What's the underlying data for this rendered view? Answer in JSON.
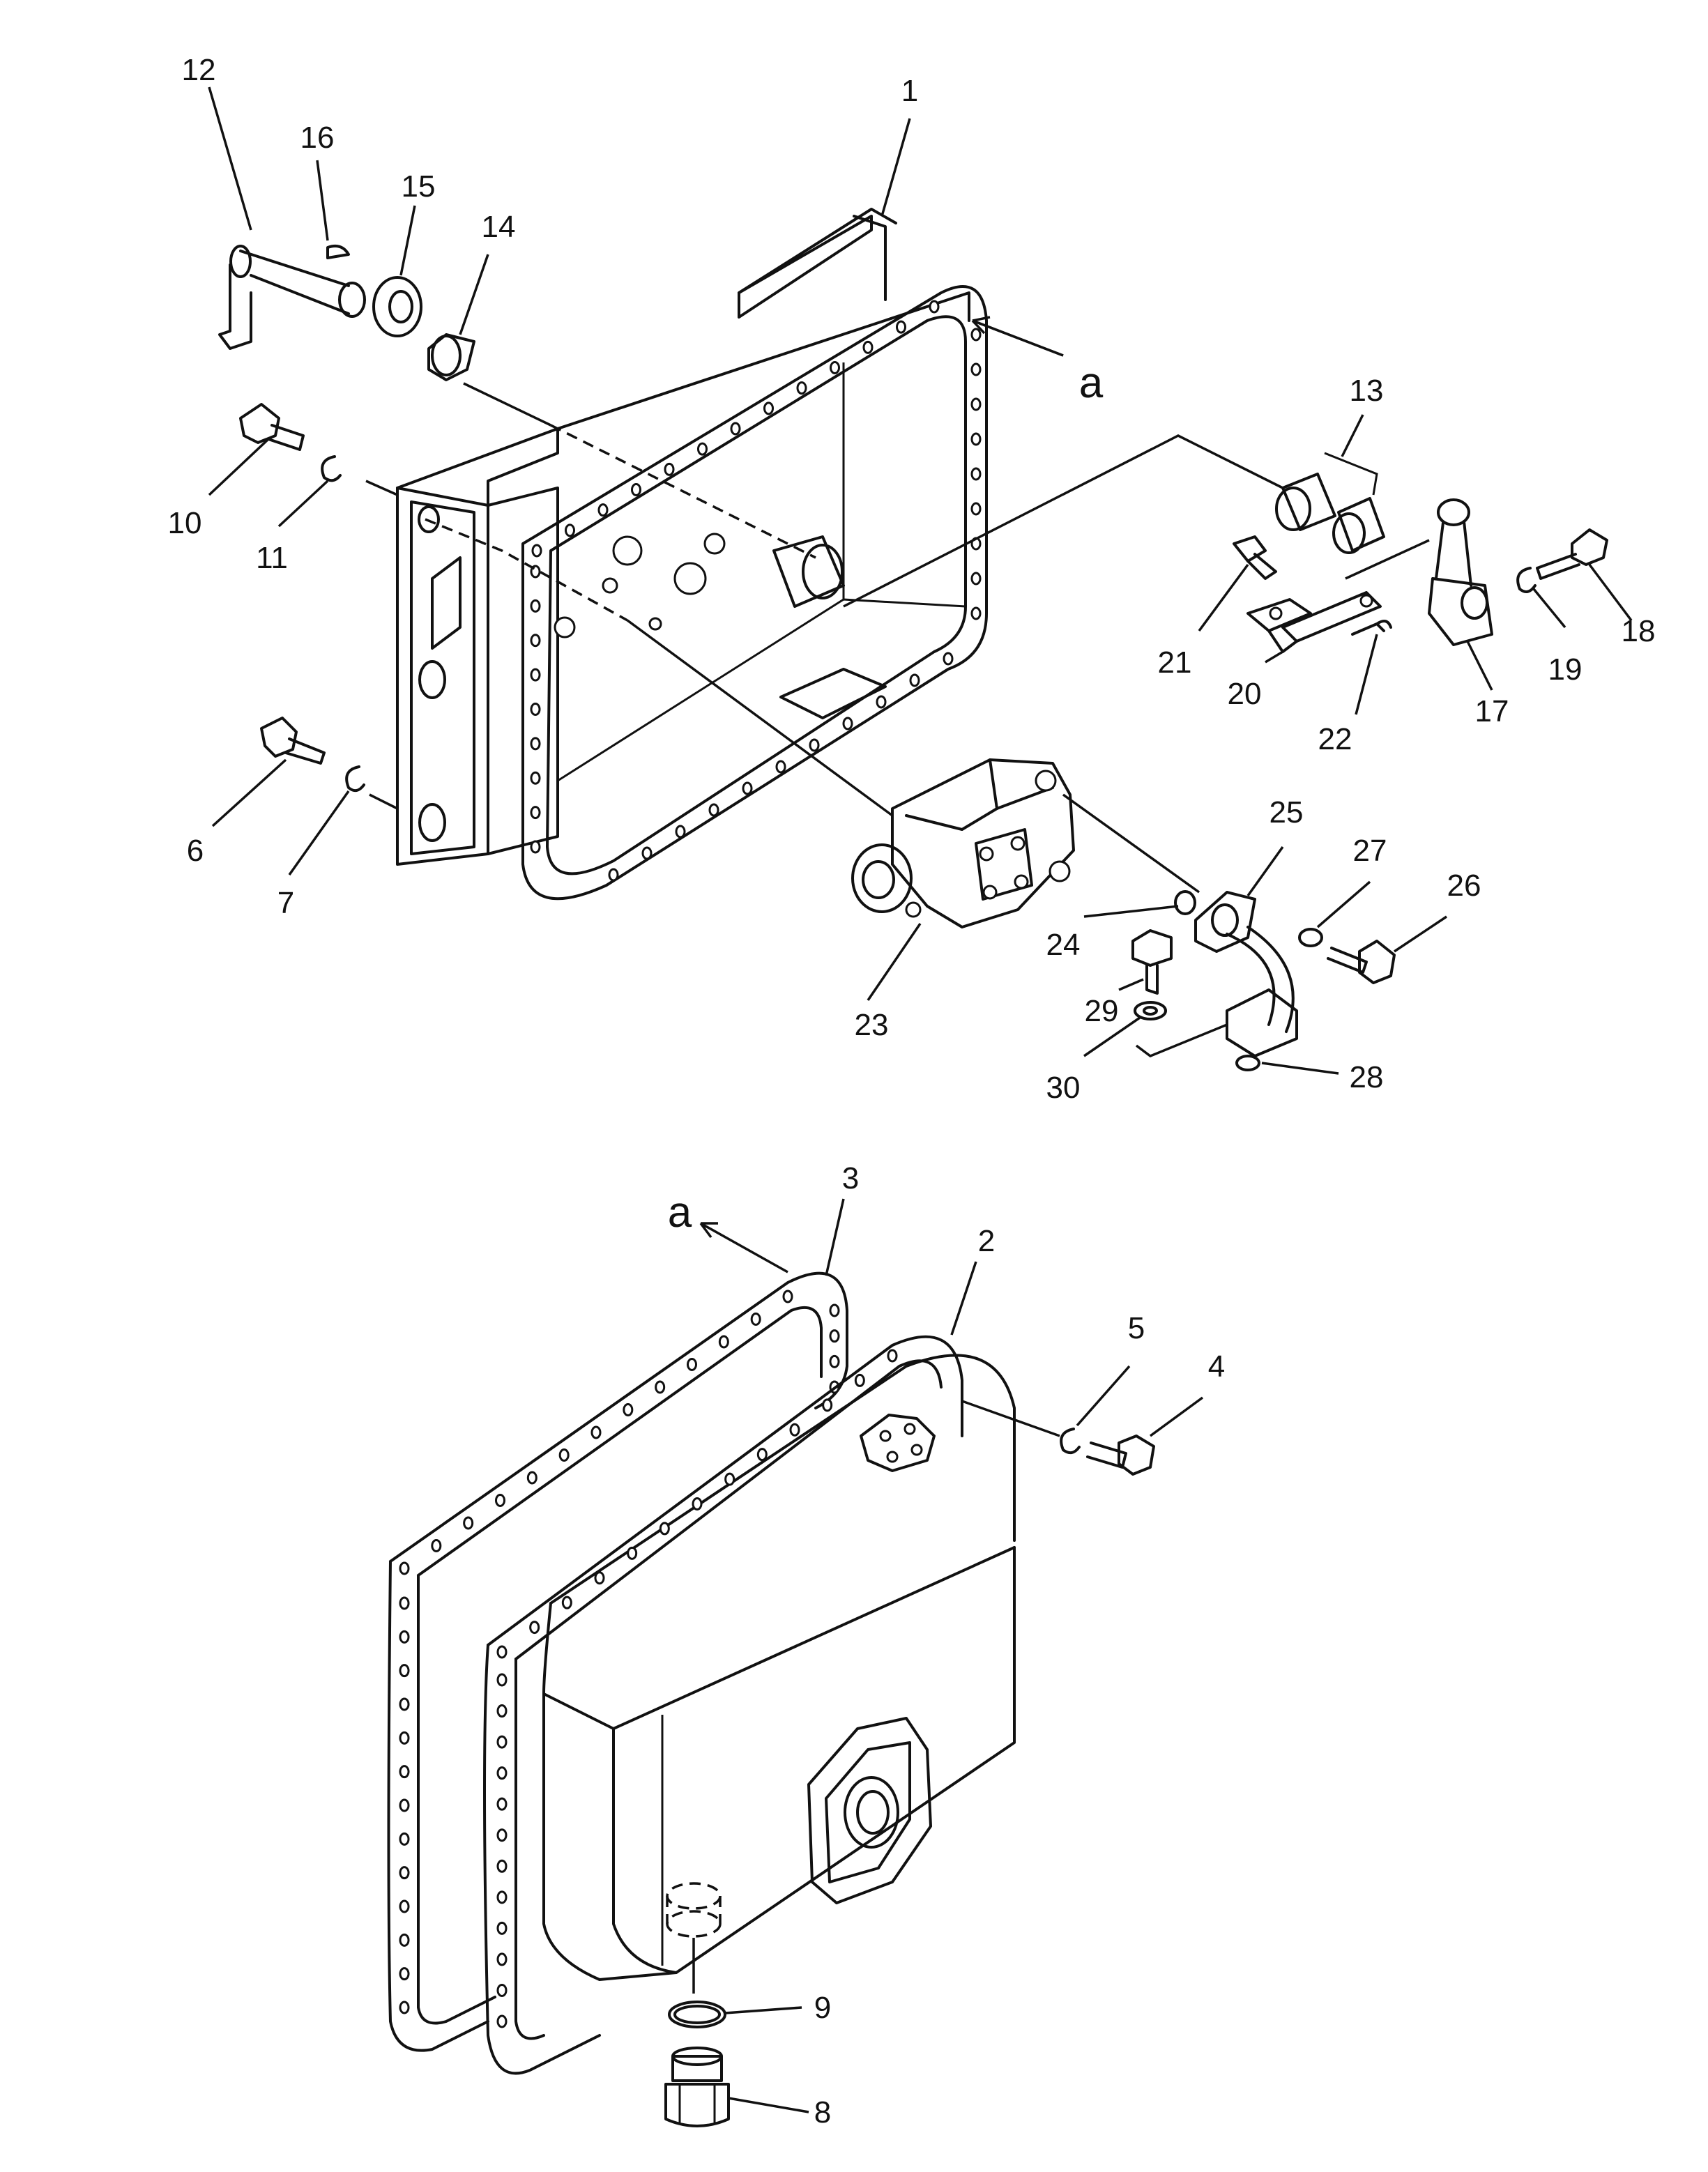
{
  "callouts": {
    "c1": "1",
    "c2": "2",
    "c3": "3",
    "c4": "4",
    "c5": "5",
    "c6": "6",
    "c7": "7",
    "c8": "8",
    "c9": "9",
    "c10": "10",
    "c11": "11",
    "c12": "12",
    "c13": "13",
    "c14": "14",
    "c15": "15",
    "c16": "16",
    "c17": "17",
    "c18": "18",
    "c19": "19",
    "c20": "20",
    "c21": "21",
    "c22": "22",
    "c23": "23",
    "c24": "24",
    "c25": "25",
    "c26": "26",
    "c27": "27",
    "c28": "28",
    "c29": "29",
    "c30": "30"
  },
  "refs": {
    "a_top": "a",
    "a_bottom": "a"
  }
}
